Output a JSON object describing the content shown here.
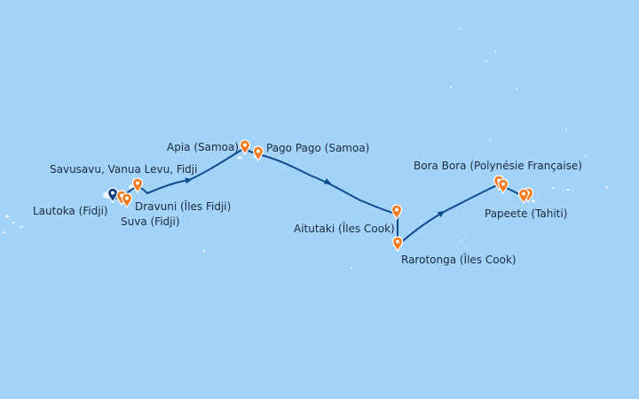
{
  "map": {
    "ocean_color": "#a3d3f8",
    "island_color": "#eef6fd",
    "route_color": "#0d4a8f",
    "port_pin_color": "#f47b20",
    "start_pin_color": "#0d3f7f"
  },
  "ports": [
    {
      "id": "lautoka",
      "label": "Lautoka (Fidji)",
      "pin": "start"
    },
    {
      "id": "savusavu",
      "label": "Savusavu, Vanua Levu, Fidji",
      "pin": "port"
    },
    {
      "id": "dravuni",
      "label": "Dravuni (Îles Fidji)",
      "pin": "port"
    },
    {
      "id": "suva",
      "label": "Suva (Fidji)",
      "pin": "port"
    },
    {
      "id": "apia",
      "label": "Apia (Samoa)",
      "pin": "port"
    },
    {
      "id": "pago-pago",
      "label": "Pago Pago (Samoa)",
      "pin": "port"
    },
    {
      "id": "aitutaki",
      "label": "Aitutaki (Îles Cook)",
      "pin": "port"
    },
    {
      "id": "rarotonga",
      "label": "Rarotonga (Îles Cook)",
      "pin": "port"
    },
    {
      "id": "bora-bora",
      "label": "Bora Bora (Polynésie Française)",
      "pin": "port"
    },
    {
      "id": "papeete",
      "label": "Papeete (Tahiti)",
      "pin": "port"
    }
  ]
}
